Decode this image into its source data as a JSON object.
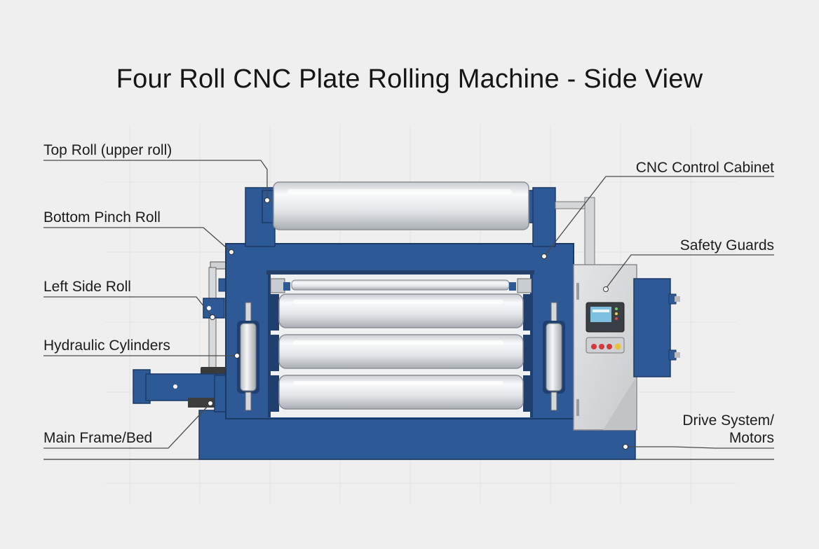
{
  "title": "Four Roll CNC Plate Rolling Machine - Side View",
  "labels": {
    "top_roll": "Top Roll (upper roll)",
    "bottom_pinch_roll": "Bottom Pinch Roll",
    "left_side_roll": "Left Side Roll",
    "hydraulic_cylinders": "Hydraulic Cylinders",
    "main_frame": "Main Frame/Bed",
    "cnc_cabinet": "CNC Control Cabinet",
    "safety_guards": "Safety Guards",
    "drive_system_line1": "Drive System/",
    "drive_system_line2": "Motors"
  },
  "colors": {
    "background": "#efefef",
    "frame_blue": "#2d5996",
    "frame_dark": "#1e3f70",
    "roll_light": "#e6e9ec",
    "cabinet": "#d9dadc",
    "leader": "#4a4a4a"
  }
}
